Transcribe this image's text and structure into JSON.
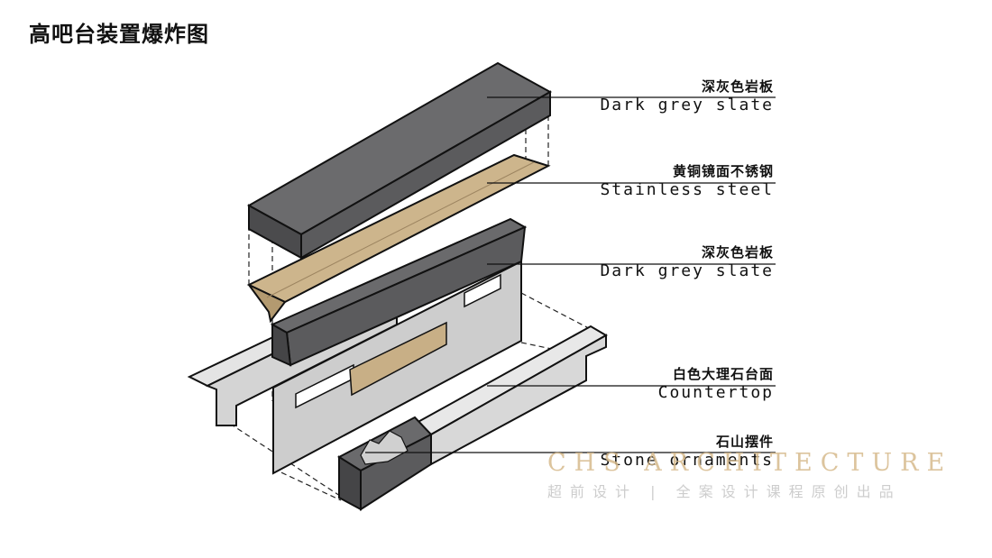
{
  "title": "高吧台装置爆炸图",
  "labels": [
    {
      "cn": "深灰色岩板",
      "en": "Dark grey slate"
    },
    {
      "cn": "黄铜镜面不锈钢",
      "en": "Stainless steel"
    },
    {
      "cn": "深灰色岩板",
      "en": "Dark grey slate"
    },
    {
      "cn": "白色大理石台面",
      "en": "Countertop"
    },
    {
      "cn": "石山摆件",
      "en": "Stone ornaments"
    }
  ],
  "watermark": {
    "title": "CHS ARCHITECTURE",
    "subtitle": "超前设计 | 全案设计课程原创出品"
  },
  "colors": {
    "slate": "#5b5b5d",
    "brass": "#c8af86",
    "marble": "#e2e2e2",
    "outline": "#111111",
    "watermark": "#d6ba8c"
  }
}
